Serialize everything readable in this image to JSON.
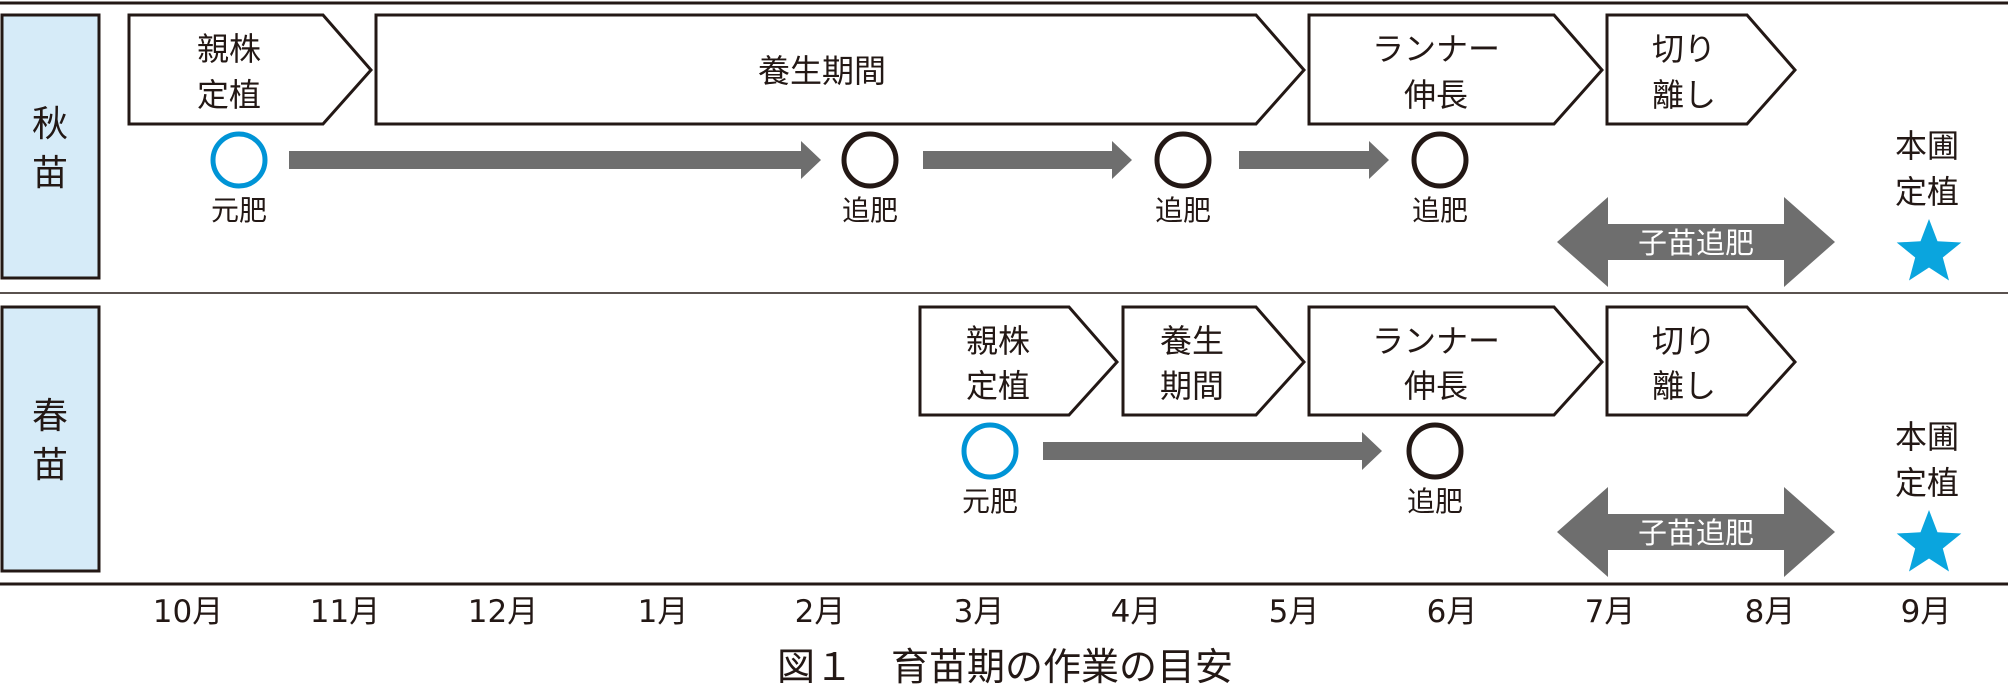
{
  "colors": {
    "ink": "#231815",
    "row_label_fill": "#d6ebf8",
    "arrow_gray": "#6e6e6e",
    "base_fertilizer_ring": "#0094d6",
    "star_blue": "#0aa5de"
  },
  "rows": [
    {
      "label": [
        "秋",
        "苗"
      ],
      "stages": [
        {
          "lines": [
            "親株",
            "定植"
          ]
        },
        {
          "lines": [
            "養生期間"
          ]
        },
        {
          "lines": [
            "ランナー",
            "伸長"
          ]
        },
        {
          "lines": [
            "切り",
            "離し"
          ]
        }
      ],
      "fertilizer_markers": [
        "元肥",
        "追肥",
        "追肥",
        "追肥"
      ],
      "child_fertilizer": "子苗追肥",
      "final": {
        "lines": [
          "本圃",
          "定植"
        ],
        "icon": "star-icon"
      }
    },
    {
      "label": [
        "春",
        "苗"
      ],
      "stages": [
        {
          "lines": [
            "親株",
            "定植"
          ]
        },
        {
          "lines": [
            "養生",
            "期間"
          ]
        },
        {
          "lines": [
            "ランナー",
            "伸長"
          ]
        },
        {
          "lines": [
            "切り",
            "離し"
          ]
        }
      ],
      "fertilizer_markers": [
        "元肥",
        "追肥"
      ],
      "child_fertilizer": "子苗追肥",
      "final": {
        "lines": [
          "本圃",
          "定植"
        ],
        "icon": "star-icon"
      }
    }
  ],
  "months": [
    "10月",
    "11月",
    "12月",
    "1月",
    "2月",
    "3月",
    "4月",
    "5月",
    "6月",
    "7月",
    "8月",
    "9月"
  ],
  "caption": "図１　育苗期の作業の目安"
}
